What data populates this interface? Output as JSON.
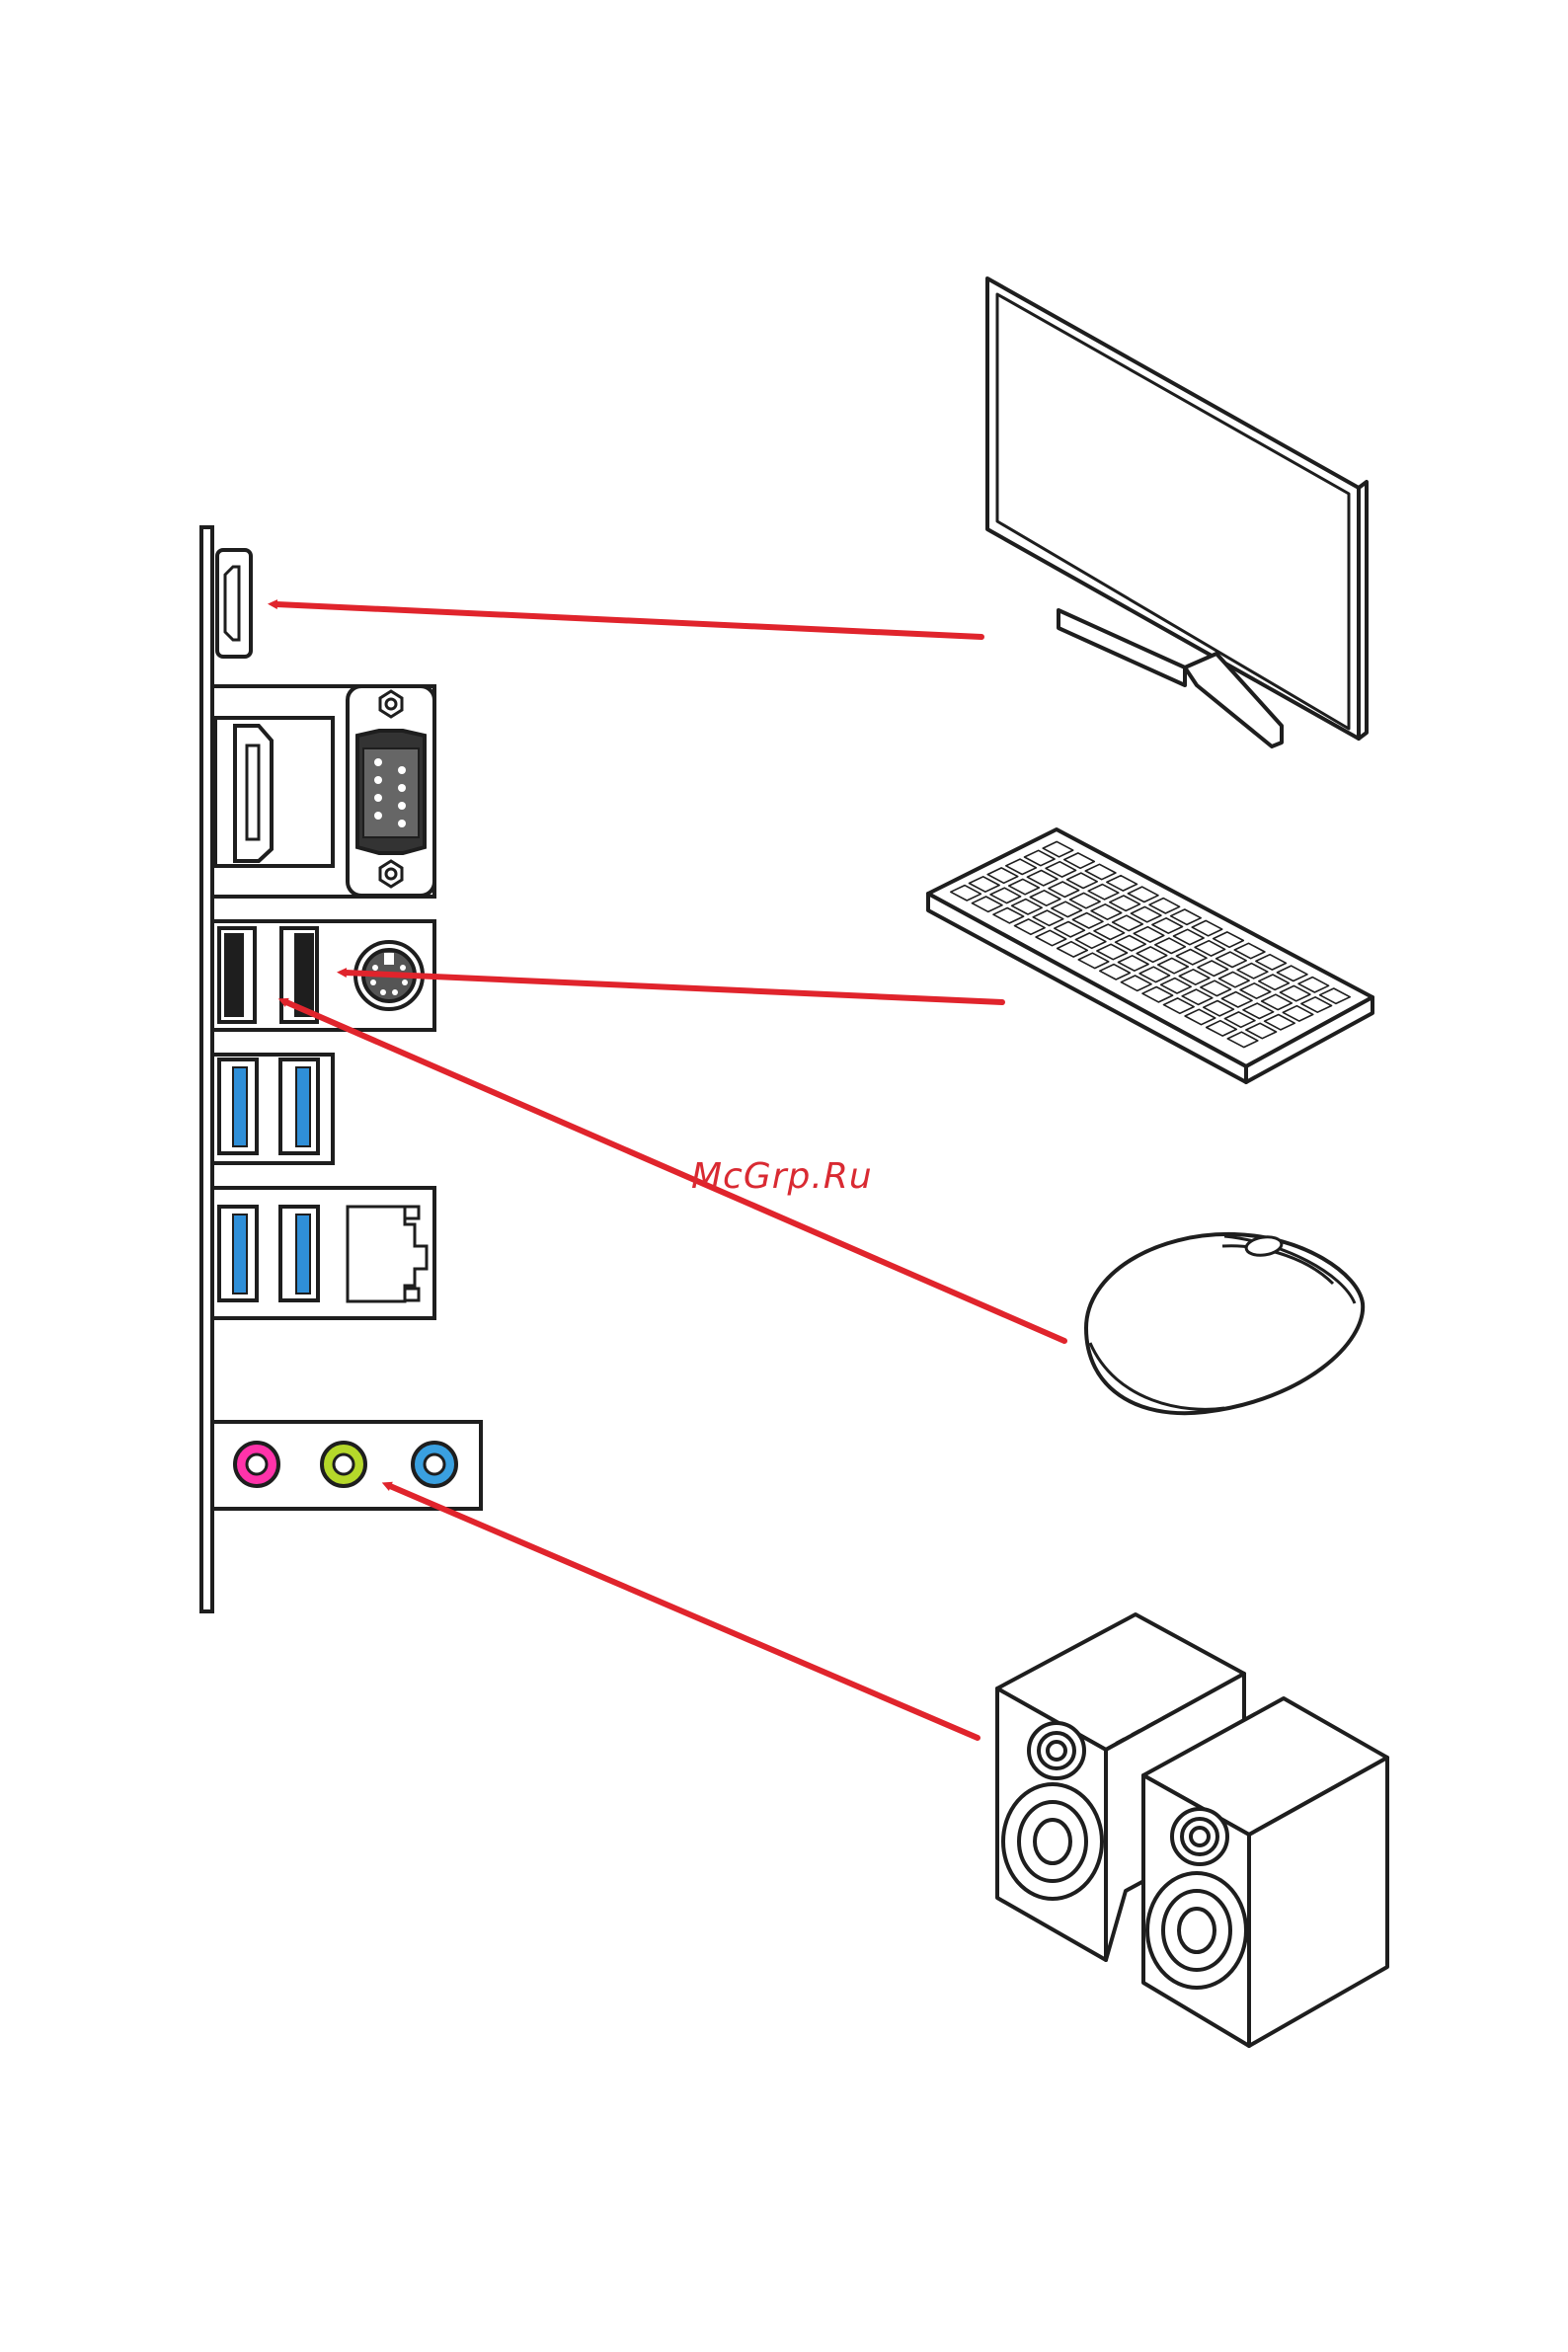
{
  "watermark": "McGrp.Ru",
  "colors": {
    "arrow": "#e0242c",
    "outline": "#1e1e1e",
    "usb3": "#2f8fd8",
    "audio_line_in": "#ff33aa",
    "audio_line_out": "#b5d82a",
    "audio_mic": "#3aa0e0"
  },
  "devices": [
    {
      "id": "monitor",
      "port": "hdmi-port"
    },
    {
      "id": "keyboard",
      "port": "usb2-port"
    },
    {
      "id": "mouse",
      "port": "usb2-port"
    },
    {
      "id": "speakers",
      "port": "audio-line-out-jack"
    }
  ],
  "icons": [
    "monitor-icon",
    "keyboard-icon",
    "mouse-icon",
    "speakers-icon",
    "hdmi-port-icon",
    "vga-port-icon",
    "ps2-port-icon",
    "lan-port-icon"
  ]
}
